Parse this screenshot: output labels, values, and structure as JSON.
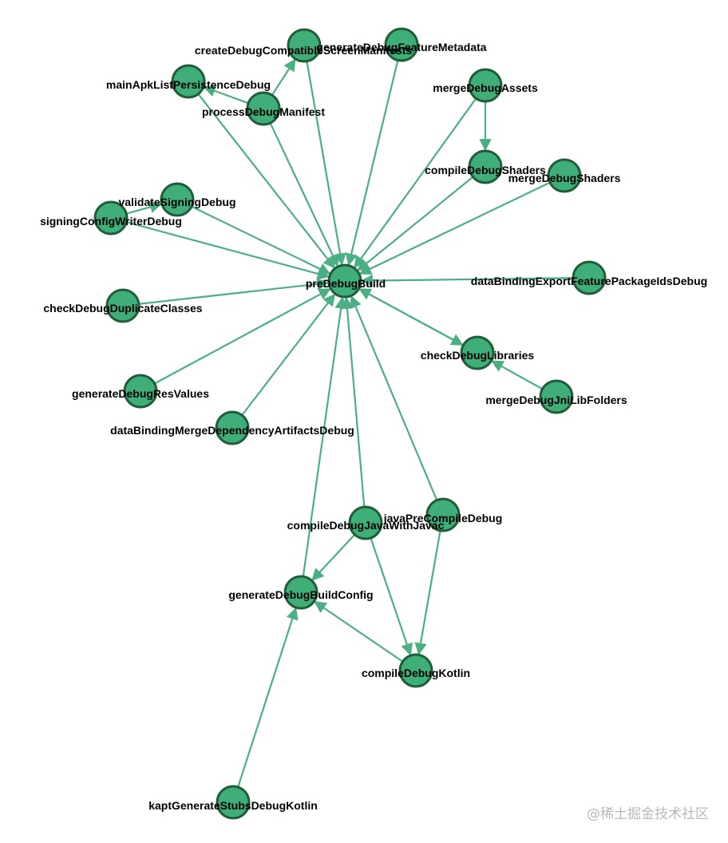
{
  "colors": {
    "node_fill": "#3fae78",
    "node_stroke": "#1f5c38",
    "edge": "#4caf84",
    "label": "#000000",
    "watermark": "#b8b8b8"
  },
  "nodes": [
    {
      "id": "preDebugBuild",
      "label": "preDebugBuild"
    },
    {
      "id": "createDebugCompatibleScreenManifests",
      "label": "createDebugCompatibleScreenManifests"
    },
    {
      "id": "generateDebugFeatureMetadata",
      "label": "generateDebugFeatureMetadata"
    },
    {
      "id": "mainApkListPersistenceDebug",
      "label": "mainApkListPersistenceDebug"
    },
    {
      "id": "processDebugManifest",
      "label": "processDebugManifest"
    },
    {
      "id": "mergeDebugAssets",
      "label": "mergeDebugAssets"
    },
    {
      "id": "compileDebugShaders",
      "label": "compileDebugShaders"
    },
    {
      "id": "mergeDebugShaders",
      "label": "mergeDebugShaders"
    },
    {
      "id": "validateSigningDebug",
      "label": "validateSigningDebug"
    },
    {
      "id": "signingConfigWriterDebug",
      "label": "signingConfigWriterDebug"
    },
    {
      "id": "checkDebugDuplicateClasses",
      "label": "checkDebugDuplicateClasses"
    },
    {
      "id": "dataBindingExportFeaturePackageIdsDebug",
      "label": "dataBindingExportFeaturePackageIdsDebug"
    },
    {
      "id": "checkDebugLibraries",
      "label": "checkDebugLibraries"
    },
    {
      "id": "mergeDebugJniLibFolders",
      "label": "mergeDebugJniLibFolders"
    },
    {
      "id": "generateDebugResValues",
      "label": "generateDebugResValues"
    },
    {
      "id": "dataBindingMergeDependencyArtifactsDebug",
      "label": "dataBindingMergeDependencyArtifactsDebug"
    },
    {
      "id": "compileDebugJavaWithJavac",
      "label": "compileDebugJavaWithJavac"
    },
    {
      "id": "javaPreCompileDebug",
      "label": "javaPreCompileDebug"
    },
    {
      "id": "generateDebugBuildConfig",
      "label": "generateDebugBuildConfig"
    },
    {
      "id": "compileDebugKotlin",
      "label": "compileDebugKotlin"
    },
    {
      "id": "kaptGenerateStubsDebugKotlin",
      "label": "kaptGenerateStubsDebugKotlin"
    }
  ],
  "edges": [
    {
      "from": "createDebugCompatibleScreenManifests",
      "to": "preDebugBuild"
    },
    {
      "from": "generateDebugFeatureMetadata",
      "to": "preDebugBuild"
    },
    {
      "from": "mainApkListPersistenceDebug",
      "to": "preDebugBuild"
    },
    {
      "from": "processDebugManifest",
      "to": "preDebugBuild"
    },
    {
      "from": "processDebugManifest",
      "to": "mainApkListPersistenceDebug"
    },
    {
      "from": "processDebugManifest",
      "to": "createDebugCompatibleScreenManifests"
    },
    {
      "from": "mergeDebugAssets",
      "to": "preDebugBuild"
    },
    {
      "from": "mergeDebugAssets",
      "to": "compileDebugShaders"
    },
    {
      "from": "compileDebugShaders",
      "to": "preDebugBuild"
    },
    {
      "from": "mergeDebugShaders",
      "to": "preDebugBuild"
    },
    {
      "from": "validateSigningDebug",
      "to": "preDebugBuild"
    },
    {
      "from": "signingConfigWriterDebug",
      "to": "preDebugBuild"
    },
    {
      "from": "signingConfigWriterDebug",
      "to": "validateSigningDebug"
    },
    {
      "from": "checkDebugDuplicateClasses",
      "to": "preDebugBuild"
    },
    {
      "from": "dataBindingExportFeaturePackageIdsDebug",
      "to": "preDebugBuild"
    },
    {
      "from": "checkDebugLibraries",
      "to": "preDebugBuild"
    },
    {
      "from": "preDebugBuild",
      "to": "checkDebugLibraries"
    },
    {
      "from": "mergeDebugJniLibFolders",
      "to": "checkDebugLibraries"
    },
    {
      "from": "generateDebugResValues",
      "to": "preDebugBuild"
    },
    {
      "from": "dataBindingMergeDependencyArtifactsDebug",
      "to": "preDebugBuild"
    },
    {
      "from": "compileDebugJavaWithJavac",
      "to": "preDebugBuild"
    },
    {
      "from": "javaPreCompileDebug",
      "to": "preDebugBuild"
    },
    {
      "from": "generateDebugBuildConfig",
      "to": "preDebugBuild"
    },
    {
      "from": "compileDebugJavaWithJavac",
      "to": "generateDebugBuildConfig"
    },
    {
      "from": "compileDebugJavaWithJavac",
      "to": "compileDebugKotlin"
    },
    {
      "from": "javaPreCompileDebug",
      "to": "compileDebugKotlin"
    },
    {
      "from": "compileDebugKotlin",
      "to": "generateDebugBuildConfig"
    },
    {
      "from": "kaptGenerateStubsDebugKotlin",
      "to": "generateDebugBuildConfig"
    }
  ],
  "watermark": "@稀土掘金技术社区"
}
